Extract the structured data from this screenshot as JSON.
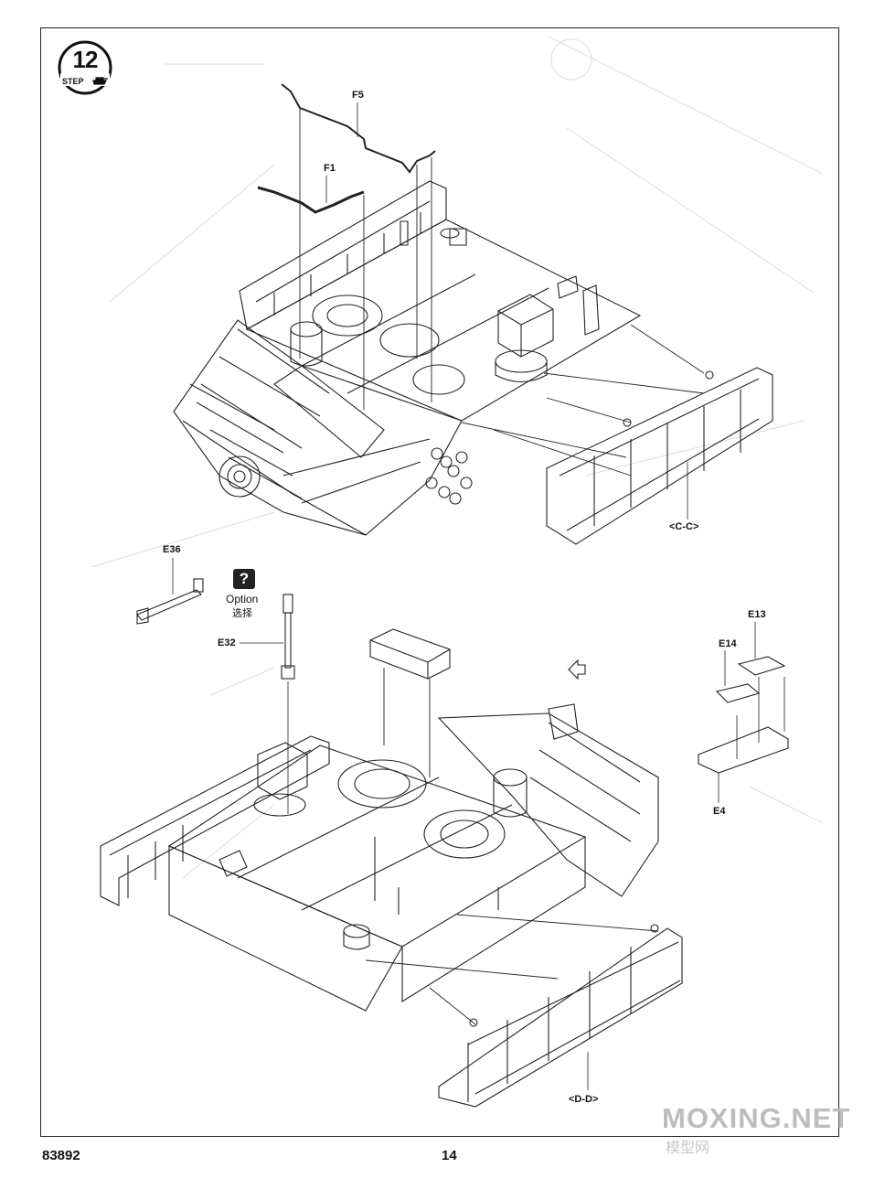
{
  "step": {
    "number": "12",
    "word": "STEP"
  },
  "parts": {
    "f5": "F5",
    "f1": "F1",
    "e36": "E36",
    "e32": "E32",
    "e13": "E13",
    "e14": "E14",
    "e4": "E4"
  },
  "sections": {
    "cc": "<C-C>",
    "dd": "<D-D>"
  },
  "option": {
    "icon": "?",
    "label": "Option",
    "label_cn": "选择"
  },
  "footer": {
    "product_code": "83892",
    "page_number": "14"
  },
  "watermark": {
    "text": "MOXING.NET",
    "text_cn": "模型网"
  }
}
